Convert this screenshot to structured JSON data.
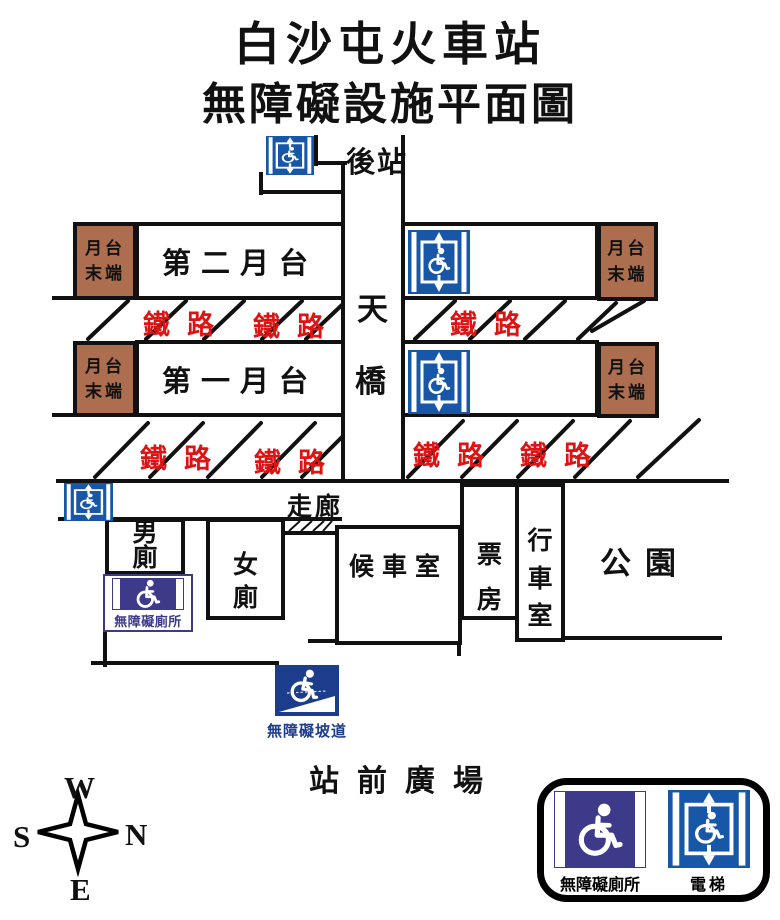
{
  "title": {
    "line1": "白沙屯火車站",
    "line2": "無障礙設施平面圖"
  },
  "map": {
    "back_station": "後站",
    "bridge": [
      "天",
      "橋"
    ],
    "platform_2": "第二月台",
    "platform_1": "第一月台",
    "platform_end": [
      "月台",
      "末端"
    ],
    "railway": "鐵路",
    "corridor": "走廊",
    "mens_toilet": [
      "男",
      "廁"
    ],
    "womens_toilet": [
      "女",
      "廁"
    ],
    "accessible_toilet": "無障礙廁所",
    "waiting_room": "候車室",
    "ticket_office": [
      "票",
      "房"
    ],
    "operation_room": [
      "行",
      "車",
      "室"
    ],
    "park": "公園",
    "accessible_ramp": "無障礙坡道",
    "station_plaza": "站前廣場"
  },
  "compass": {
    "top": "W",
    "right": "N",
    "left": "S",
    "bottom": "E"
  },
  "legend": {
    "accessible_toilet_label": "無障礙廁所",
    "elevator_label": "電梯"
  },
  "colors": {
    "line_black": "#111111",
    "platform_end_brown": "#AC6E4E",
    "railway_red": "#DD1414",
    "elevator_blue": "#1857A8",
    "toilet_purple": "#3D3A8A",
    "ramp_navy": "#1B3D8C"
  }
}
